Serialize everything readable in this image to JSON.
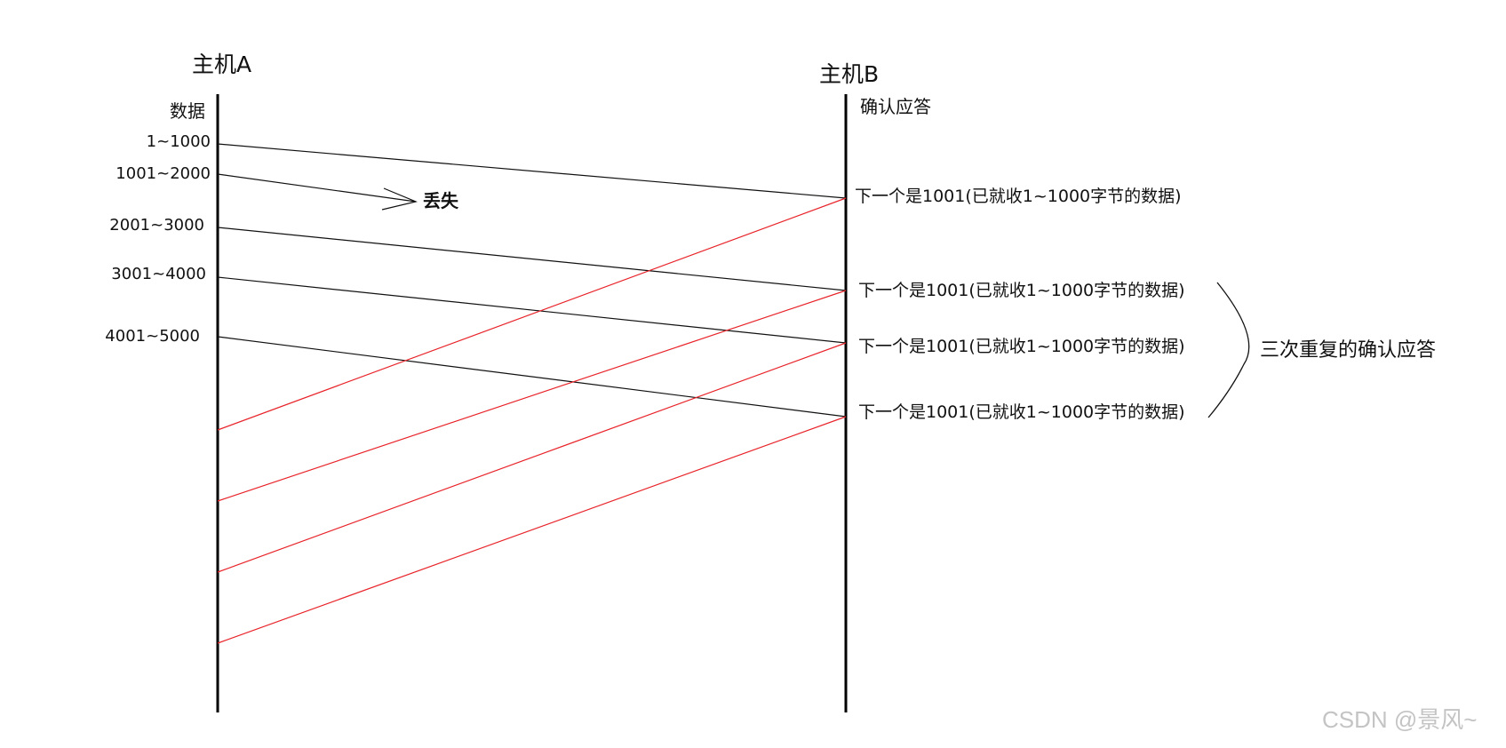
{
  "host_a": {
    "title": "主机A",
    "column_label": "数据"
  },
  "host_b": {
    "title": "主机B",
    "column_label": "确认应答"
  },
  "segments": [
    {
      "label": "1~1000",
      "status": "delivered"
    },
    {
      "label": "1001~2000",
      "status": "lost"
    },
    {
      "label": "2001~3000",
      "status": "delivered"
    },
    {
      "label": "3001~4000",
      "status": "delivered"
    },
    {
      "label": "4001~5000",
      "status": "delivered"
    }
  ],
  "lost_label": "丢失",
  "acks": [
    {
      "label": "下一个是1001(已就收1~1000字节的数据)"
    },
    {
      "label": "下一个是1001(已就收1~1000字节的数据)"
    },
    {
      "label": "下一个是1001(已就收1~1000字节的数据)"
    },
    {
      "label": "下一个是1001(已就收1~1000字节的数据)"
    }
  ],
  "brace_label": "三次重复的确认应答",
  "watermark": "CSDN @景风~",
  "colors": {
    "data_line": "#111111",
    "ack_line": "#e8242a",
    "timeline": "#000000",
    "watermark": "#c4c4c4"
  }
}
